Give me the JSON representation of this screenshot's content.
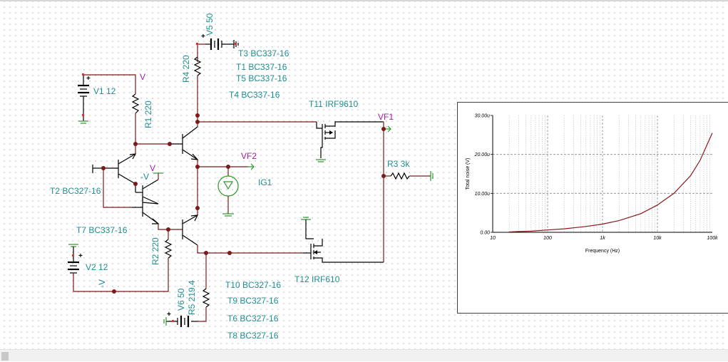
{
  "schematic": {
    "components": [
      {
        "ref": "V1",
        "value": "12"
      },
      {
        "ref": "V2",
        "value": "12"
      },
      {
        "ref": "V5",
        "value": "50"
      },
      {
        "ref": "V6",
        "value": "50"
      },
      {
        "ref": "R1",
        "value": "220"
      },
      {
        "ref": "R2",
        "value": "220"
      },
      {
        "ref": "R3",
        "value": "3k"
      },
      {
        "ref": "R4",
        "value": "220"
      },
      {
        "ref": "R5",
        "value": "219.4"
      },
      {
        "ref": "T1",
        "value": "BC337-16"
      },
      {
        "ref": "T2",
        "value": "BC327-16"
      },
      {
        "ref": "T3",
        "value": "BC337-16"
      },
      {
        "ref": "T4",
        "value": "BC337-16"
      },
      {
        "ref": "T5",
        "value": "BC337-16"
      },
      {
        "ref": "T6",
        "value": "BC327-16"
      },
      {
        "ref": "T7",
        "value": "BC337-16"
      },
      {
        "ref": "T8",
        "value": "BC327-16"
      },
      {
        "ref": "T9",
        "value": "BC327-16"
      },
      {
        "ref": "T10",
        "value": "BC327-16"
      },
      {
        "ref": "T11",
        "value": "IRF9610"
      },
      {
        "ref": "T12",
        "value": "IRF610"
      },
      {
        "ref": "IG1",
        "value": ""
      }
    ],
    "labels": {
      "v1": "V1 12",
      "v2": "V2 12",
      "v5": "V5 50",
      "v6": "V6 50",
      "r1": "R1 220",
      "r2": "R2 220",
      "r3": "R3 3k",
      "r4": "R4 220",
      "r5": "R5 219.4",
      "t1": "T1 BC337-16",
      "t2": "T2 BC327-16",
      "t3": "T3 BC337-16",
      "t4": "T4 BC337-16",
      "t5": "T5 BC337-16",
      "t6": "T6 BC327-16",
      "t7": "T7 BC337-16",
      "t8": "T8 BC327-16",
      "t9": "T9 BC327-16",
      "t10": "T10 BC327-16",
      "t11": "T11 IRF9610",
      "t12": "T12 IRF610",
      "ig1": "IG1",
      "v_top": "V",
      "v_mid": "V",
      "neg_v_mid": "-V",
      "neg_v_bottom": "-V",
      "plus_v1": "+",
      "plus_v2": "+",
      "plus_v5": "+",
      "plus_v6": "+"
    },
    "nodes": {
      "vf1": "VF1",
      "vf2": "VF2"
    },
    "colors": {
      "wire": "#7a1a1a",
      "label": "#1f8f8f",
      "node": "#a020a0",
      "pin": "#e03030"
    }
  },
  "chart_data": {
    "type": "line",
    "title": "",
    "xlabel": "Frequency (Hz)",
    "ylabel": "Total noise (V)",
    "xscale": "log",
    "xlim": [
      10,
      100000
    ],
    "ylim": [
      0,
      30
    ],
    "x_ticks": [
      "10",
      "100",
      "1k",
      "10k",
      "100k"
    ],
    "y_ticks": [
      "0.00",
      "10.00u",
      "20.00u",
      "30.00u"
    ],
    "y_unit_suffix": "u",
    "grid": true,
    "series": [
      {
        "color": "#8b1a1a",
        "x": [
          20,
          30,
          50,
          100,
          200,
          500,
          1000,
          2000,
          5000,
          10000,
          20000,
          40000,
          60000,
          100000
        ],
        "y": [
          0.1,
          0.2,
          0.3,
          0.6,
          0.9,
          1.5,
          2.1,
          3.0,
          4.8,
          7.0,
          10.0,
          14.5,
          18.5,
          25.5
        ]
      }
    ]
  }
}
